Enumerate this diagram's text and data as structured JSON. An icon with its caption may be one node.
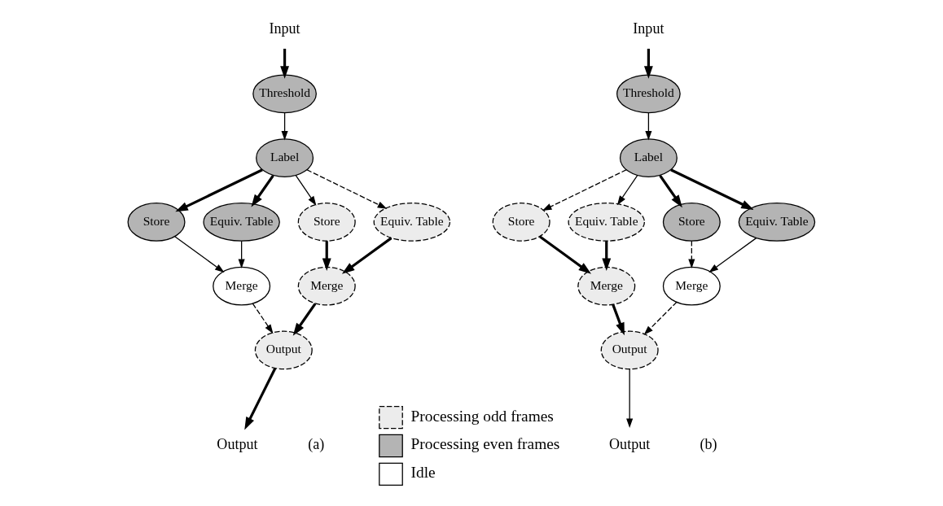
{
  "diagram": {
    "nodes": [
      {
        "text": [
          "Input"
        ]
      },
      {
        "text": [
          "Threshold"
        ]
      },
      {
        "text": [
          "Label"
        ]
      },
      {
        "text": [
          "Store"
        ]
      },
      {
        "text": [
          "Equiv. Table"
        ]
      },
      {
        "text": [
          "Store"
        ]
      },
      {
        "text": [
          "Equiv. Table"
        ]
      },
      {
        "text": [
          "Merge"
        ]
      },
      {
        "text": [
          "Merge"
        ]
      },
      {
        "text": [
          "Output"
        ]
      },
      {
        "text": [
          "Output"
        ]
      },
      {
        "text": [
          "Input"
        ]
      },
      {
        "text": [
          "Threshold"
        ]
      },
      {
        "text": [
          "Label"
        ]
      },
      {
        "text": [
          "Store"
        ]
      },
      {
        "text": [
          "Equiv. Table"
        ]
      },
      {
        "text": [
          "Store"
        ]
      },
      {
        "text": [
          "Equiv. Table"
        ]
      },
      {
        "text": [
          "Merge"
        ]
      },
      {
        "text": [
          "Merge"
        ]
      },
      {
        "text": [
          "Output"
        ]
      },
      {
        "text": [
          "Output"
        ]
      }
    ],
    "edges": [
      {
        "from": 0,
        "to": 1,
        "arrow": "to",
        "style": "thick"
      },
      {
        "from": 1,
        "to": 2,
        "arrow": "to"
      },
      {
        "from": 2,
        "to": 3,
        "arrow": "to",
        "style": "thick"
      },
      {
        "from": 2,
        "to": 4,
        "arrow": "to",
        "style": "thick"
      },
      {
        "from": 2,
        "to": 5,
        "arrow": "to"
      },
      {
        "from": 2,
        "to": 6,
        "arrow": "to",
        "style": "dashed"
      },
      {
        "from": 3,
        "to": 7,
        "arrow": "to"
      },
      {
        "from": 4,
        "to": 7,
        "arrow": "to"
      },
      {
        "from": 5,
        "to": 8,
        "arrow": "to",
        "style": "thick"
      },
      {
        "from": 6,
        "to": 8,
        "arrow": "to",
        "style": "thick"
      },
      {
        "from": 7,
        "to": 9,
        "arrow": "to",
        "style": "dashed"
      },
      {
        "from": 8,
        "to": 9,
        "arrow": "to",
        "style": "thick"
      },
      {
        "from": 9,
        "to": 10,
        "arrow": "to",
        "style": "thick"
      },
      {
        "from": 11,
        "to": 12,
        "arrow": "to",
        "style": "thick"
      },
      {
        "from": 12,
        "to": 13,
        "arrow": "to"
      },
      {
        "from": 13,
        "to": 14,
        "arrow": "to",
        "style": "dashed"
      },
      {
        "from": 13,
        "to": 15,
        "arrow": "to"
      },
      {
        "from": 13,
        "to": 16,
        "arrow": "to",
        "style": "thick"
      },
      {
        "from": 13,
        "to": 17,
        "arrow": "to",
        "style": "thick"
      },
      {
        "from": 14,
        "to": 18,
        "arrow": "to",
        "style": "thick"
      },
      {
        "from": 15,
        "to": 18,
        "arrow": "to",
        "style": "thick"
      },
      {
        "from": 16,
        "to": 19,
        "arrow": "to",
        "style": "dashed"
      },
      {
        "from": 17,
        "to": 19,
        "arrow": "to"
      },
      {
        "from": 18,
        "to": 20,
        "arrow": "to",
        "style": "thick"
      },
      {
        "from": 19,
        "to": 20,
        "arrow": "to",
        "style": "dashed"
      },
      {
        "from": 20,
        "to": 21,
        "arrow": "to"
      }
    ],
    "labels": [
      "(a)",
      "(b)"
    ],
    "legend": [
      {
        "text": "Processing odd frames",
        "color": "#ececec"
      },
      {
        "text": "Processing even frames",
        "color": "#b4b4b4"
      },
      {
        "text": "Idle",
        "color": "#ffffff"
      }
    ]
  }
}
